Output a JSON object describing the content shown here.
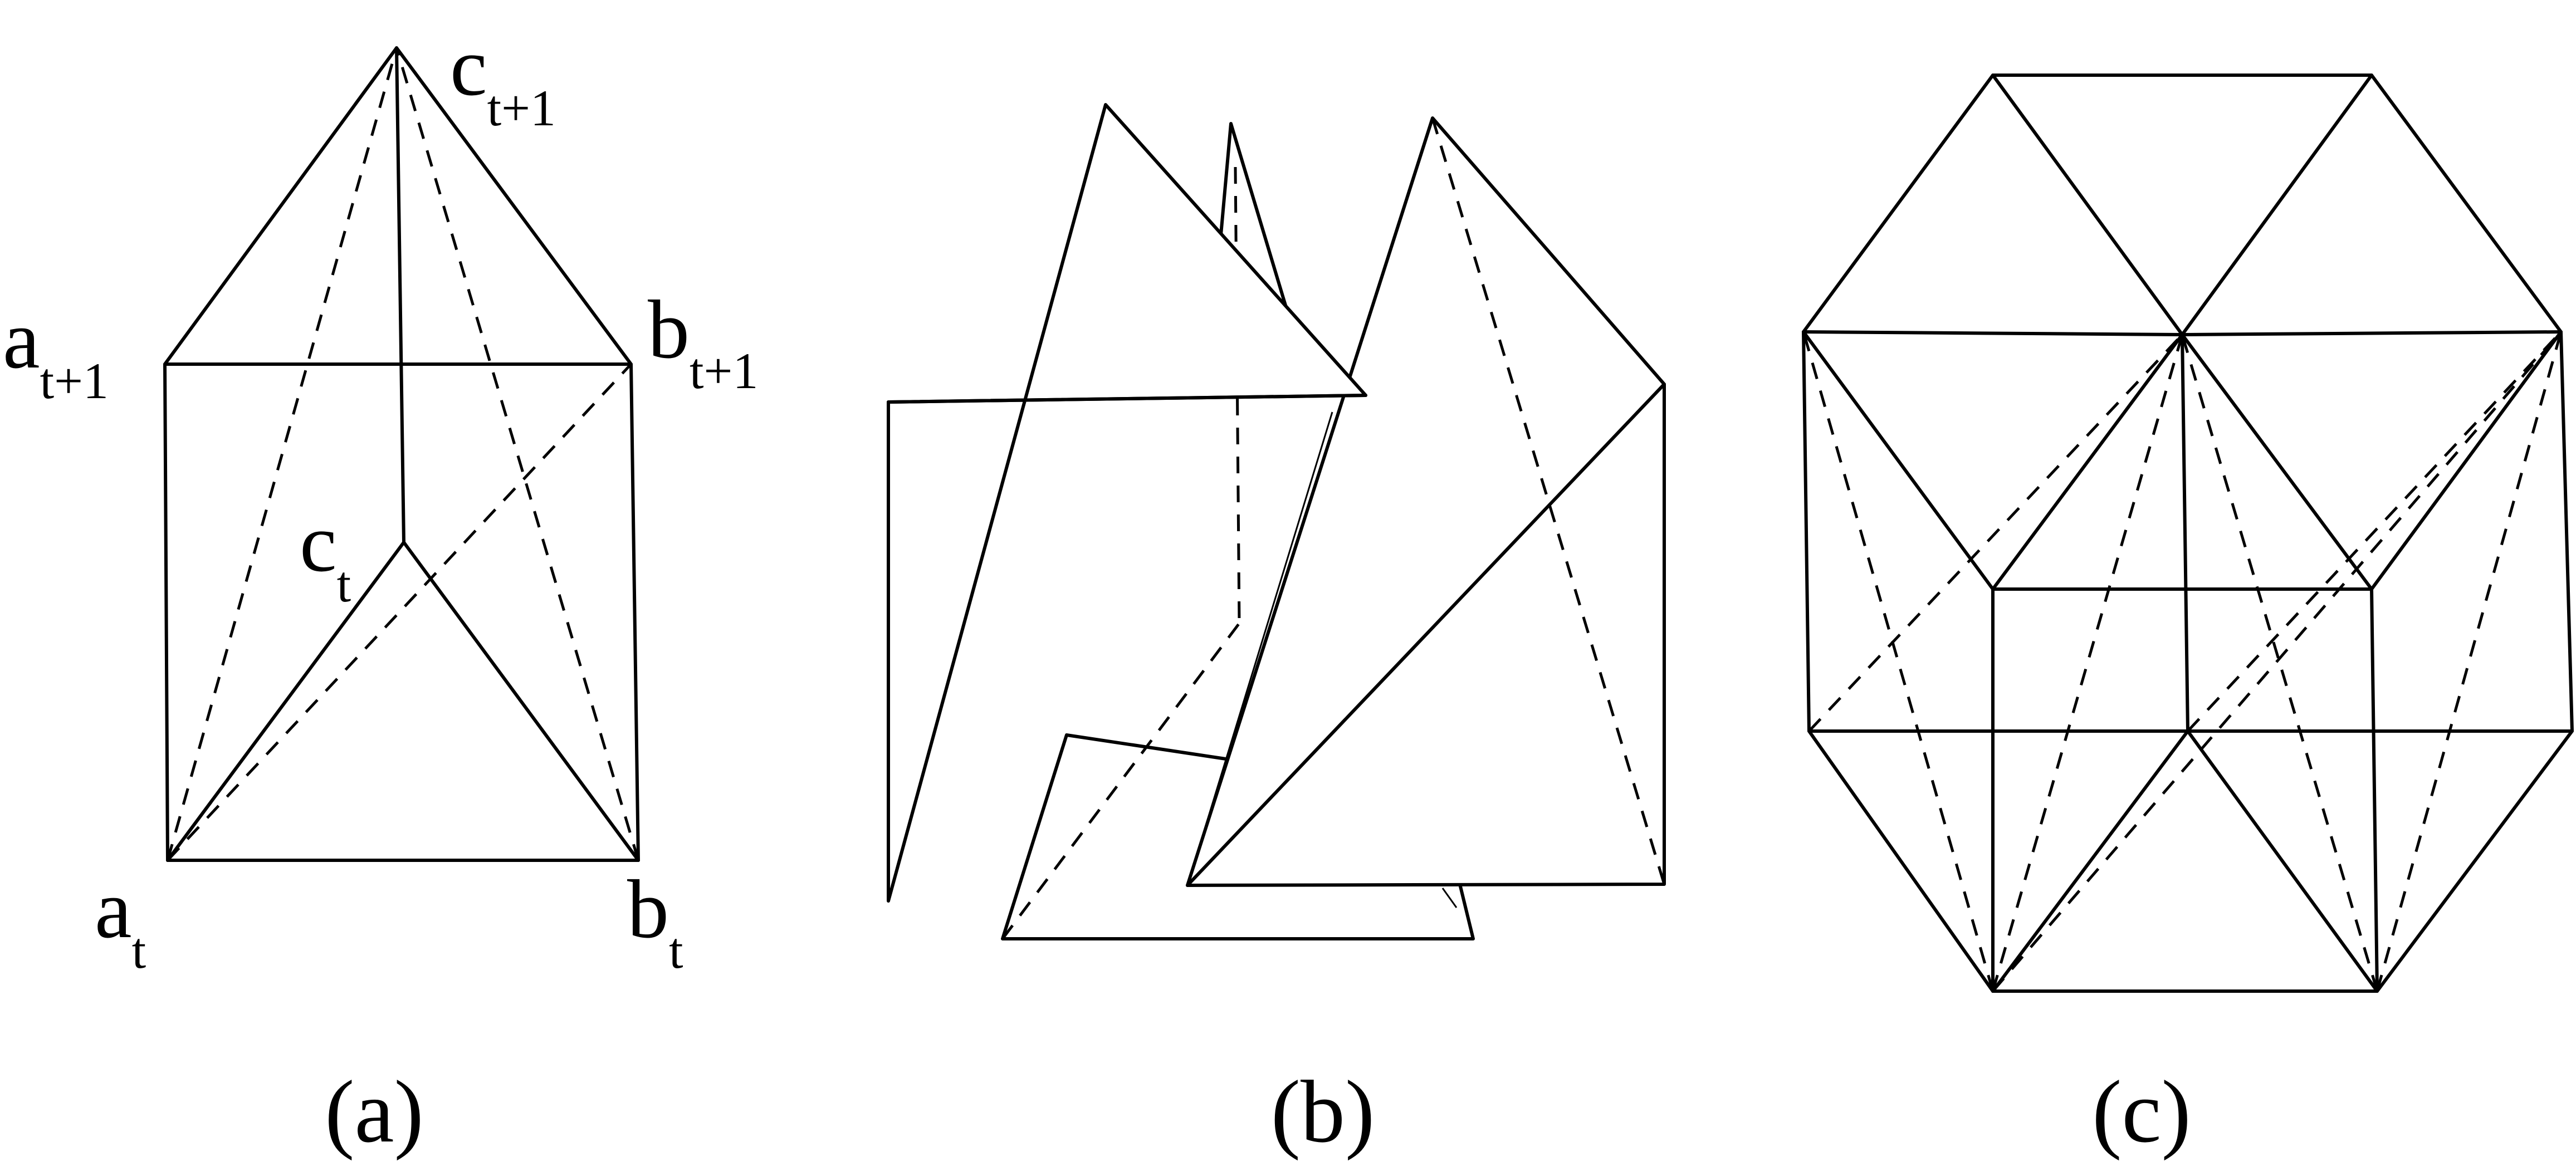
{
  "figure": {
    "panels": [
      {
        "caption": "(a)",
        "vertices": [
          {
            "base": "c",
            "sub": "t+1"
          },
          {
            "base": "a",
            "sub": "t+1"
          },
          {
            "base": "b",
            "sub": "t+1"
          },
          {
            "base": "c",
            "sub": "t"
          },
          {
            "base": "a",
            "sub": "t"
          },
          {
            "base": "b",
            "sub": "t"
          }
        ]
      },
      {
        "caption": "(b)"
      },
      {
        "caption": "(c)"
      }
    ]
  }
}
